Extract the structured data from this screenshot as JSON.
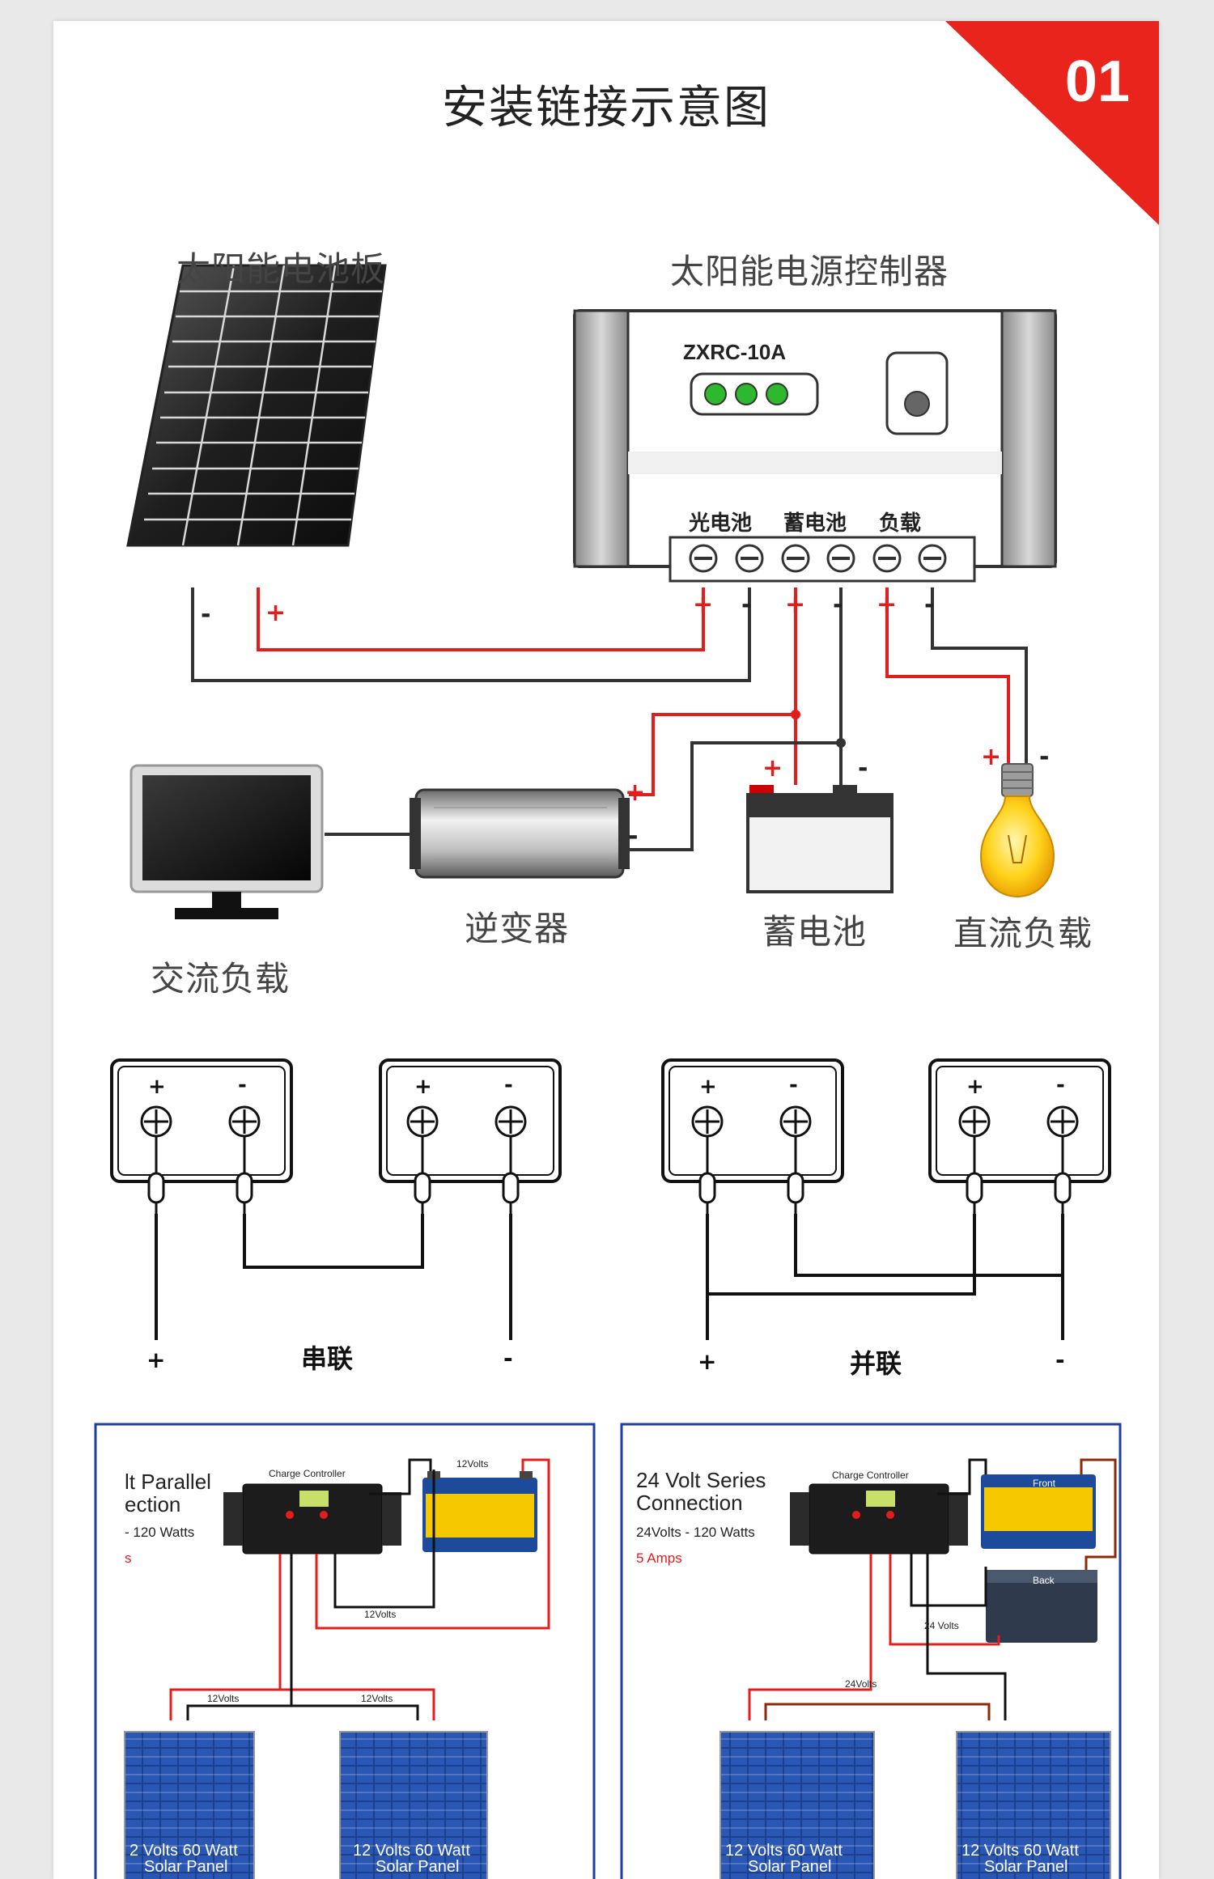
{
  "header": {
    "title": "安装链接示意图",
    "badge_number": "01",
    "badge_color": "#e8241d"
  },
  "installation_diagram": {
    "solar_panel_label": "太阳能电池板",
    "controller_label": "太阳能电源控制器",
    "controller_model": "ZXRC-10A",
    "terminal_pv": "光电池",
    "terminal_battery": "蓄电池",
    "terminal_load": "负载",
    "inverter_label": "逆变器",
    "battery_label": "蓄电池",
    "dc_load_label": "直流负载",
    "ac_load_label": "交流负载",
    "plus": "+",
    "minus": "-",
    "wire_positive_color": "#e31c1c",
    "wire_negative_color": "#333333"
  },
  "battery_wiring": {
    "series_label": "串联",
    "parallel_label": "并联",
    "plus": "+",
    "minus": "-"
  },
  "example_left": {
    "title_line1": "lt Parallel",
    "title_line2": "ection",
    "spec_line": "- 120 Watts",
    "amps_fragment": "s",
    "controller_caption": "Charge Controller",
    "battery_volts": "12Volts",
    "wire_label_controller": "12Volts",
    "wire_label_panel_left": "12Volts",
    "wire_label_panel_right": "12Volts",
    "panel_left_line1": "2 Volts 60 Watt",
    "panel_left_line2": "Solar Panel",
    "panel_right_line1": "12 Volts 60 Watt",
    "panel_right_line2": "Solar Panel"
  },
  "example_right": {
    "title_line1": "24 Volt Series",
    "title_line2": "Connection",
    "spec_line": "24Volts - 120 Watts",
    "amps_line": "5 Amps",
    "controller_caption": "Charge Controller",
    "battery_front": "Front",
    "battery_back": "Back",
    "wire_label_battery": "24 Volts",
    "wire_label_panels": "24Volts",
    "panel_left_line1": "12 Volts 60 Watt",
    "panel_left_line2": "Solar Panel",
    "panel_right_line1": "12 Volts 60 Watt",
    "panel_right_line2": "Solar Panel"
  }
}
